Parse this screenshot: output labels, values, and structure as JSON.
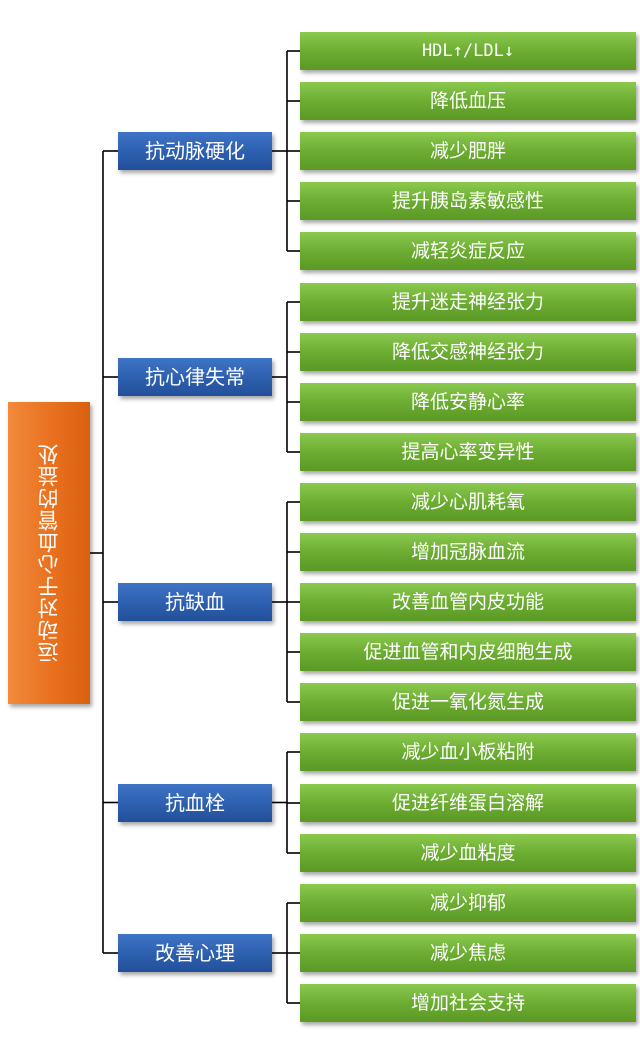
{
  "root": {
    "label": "运动对于心血管的益处"
  },
  "categories": [
    {
      "label": "抗动脉硬化",
      "items": [
        "HDL↑/LDL↓",
        "降低血压",
        "减少肥胖",
        "提升胰岛素敏感性",
        "减轻炎症反应"
      ]
    },
    {
      "label": "抗心律失常",
      "items": [
        "提升迷走神经张力",
        "降低交感神经张力",
        "降低安静心率",
        "提高心率变异性"
      ]
    },
    {
      "label": "抗缺血",
      "items": [
        "减少心肌耗氧",
        "增加冠脉血流",
        "改善血管内皮功能",
        "促进血管和内皮细胞生成",
        "促进一氧化氮生成"
      ]
    },
    {
      "label": "抗血栓",
      "items": [
        "减少血小板粘附",
        "促进纤维蛋白溶解",
        "减少血粘度"
      ]
    },
    {
      "label": "改善心理",
      "items": [
        "减少抑郁",
        "减少焦虑",
        "增加社会支持"
      ]
    }
  ],
  "colors": {
    "root": "#e8701e",
    "category": "#2d5fae",
    "leaf": "#6cad32",
    "line": "#000000"
  }
}
